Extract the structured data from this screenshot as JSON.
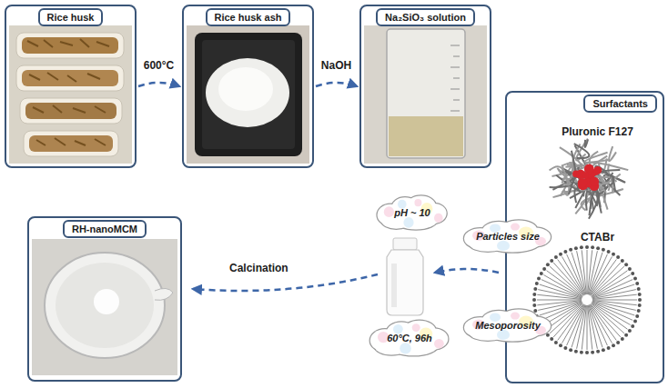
{
  "diagram": {
    "nodes": [
      {
        "text": [
          "Rice husk"
        ]
      },
      {
        "text": [
          "Rice husk ash"
        ]
      },
      {
        "text": [
          "Na₂SiO₃ solution"
        ]
      },
      {
        "text": [
          "Surfactants",
          "Pluronic F127",
          "CTABr"
        ]
      },
      {
        "text": [
          "Particles size"
        ]
      },
      {
        "text": [
          "Mesoporosity"
        ]
      },
      {
        "text": [
          "pH ~ 10"
        ]
      },
      {
        "text": [
          "60°C, 96h"
        ]
      },
      {
        "text": [
          "RH-nanoMCM"
        ]
      }
    ],
    "edges": [
      {
        "from": 0,
        "to": 1,
        "label": "600°C",
        "arrow": "to"
      },
      {
        "from": 1,
        "to": 2,
        "label": "NaOH",
        "arrow": "to"
      }
    ],
    "labels": [
      "Calcination"
    ]
  }
}
